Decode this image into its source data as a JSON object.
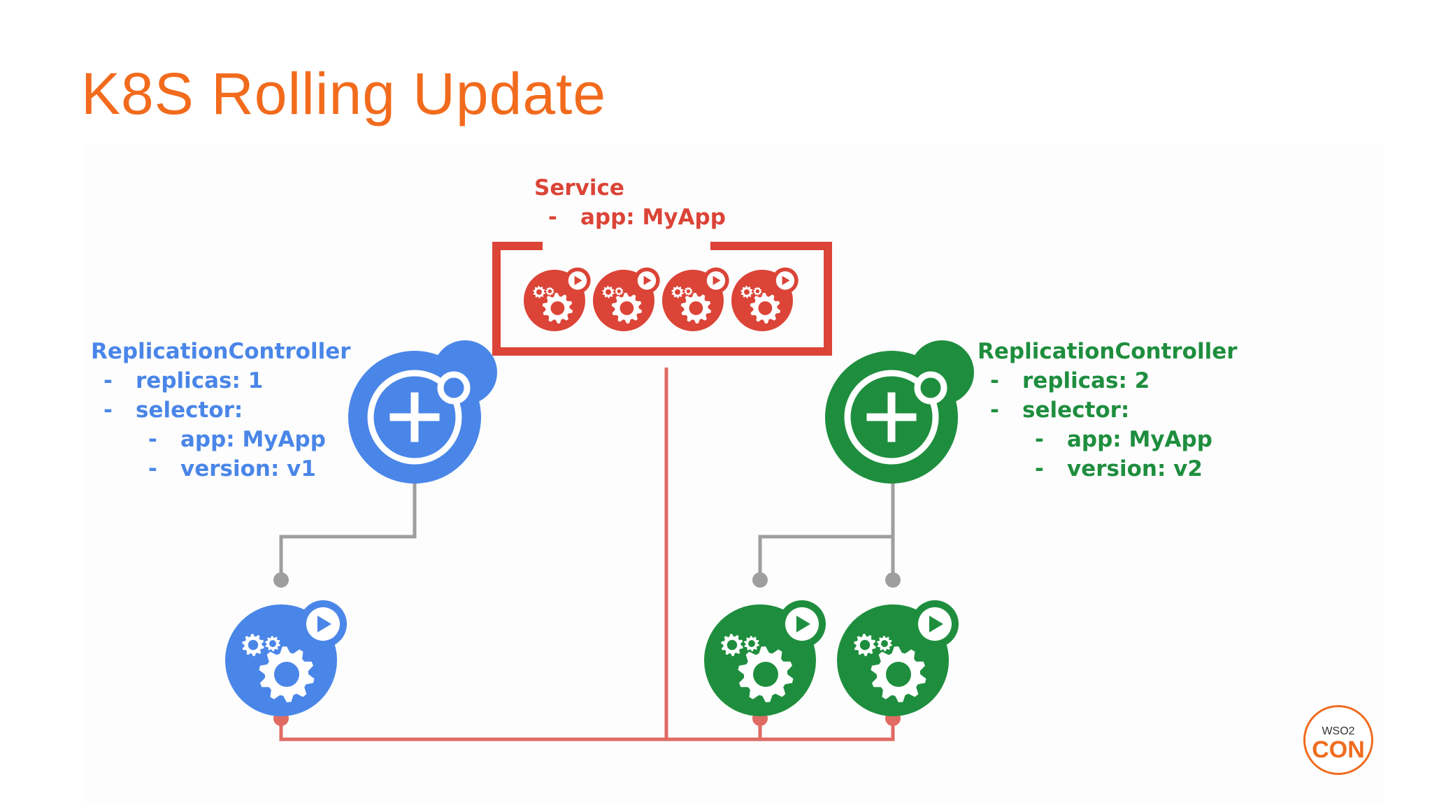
{
  "slide": {
    "title": "K8S Rolling Update",
    "title_color": "#f26b1d"
  },
  "service": {
    "title": "Service",
    "selector_line": "app: MyApp",
    "color": "#db4437",
    "pod_count": 4
  },
  "rc_v1": {
    "title": "ReplicationController",
    "lines": [
      "replicas: 1",
      "selector:"
    ],
    "selector_lines": [
      "app: MyApp",
      "version: v1"
    ],
    "color": "#4a86e8",
    "icon": "replication-controller-plus-icon",
    "pod_count": 1
  },
  "rc_v2": {
    "title": "ReplicationController",
    "lines": [
      "replicas: 2",
      "selector:"
    ],
    "selector_lines": [
      "app: MyApp",
      "version: v2"
    ],
    "color": "#1e8e3e",
    "icon": "replication-controller-plus-icon",
    "pod_count": 2
  },
  "connectors": {
    "rc_line_color": "#9e9e9e",
    "service_line_color": "#e06b63"
  },
  "pod_icon": "pod-gears-play-icon",
  "logo": {
    "top_text": "WSO2",
    "bottom_text": "CON",
    "accent": "#ef6c1f"
  }
}
